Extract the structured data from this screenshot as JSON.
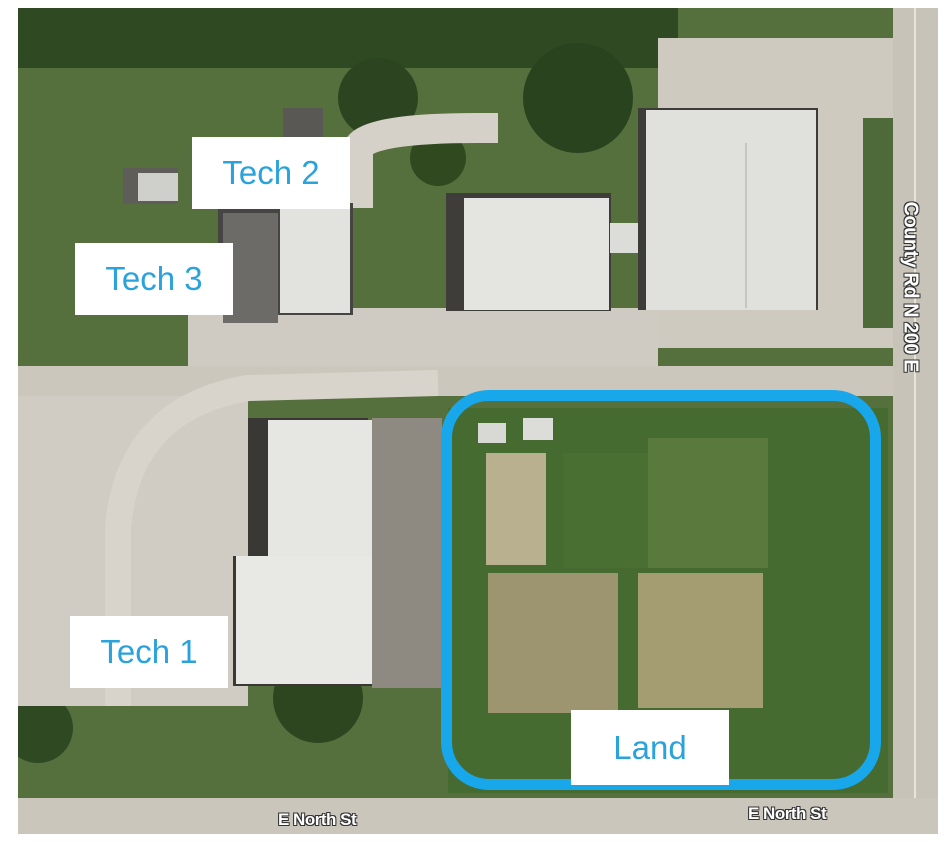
{
  "map": {
    "labels": {
      "tech1": "Tech 1",
      "tech2": "Tech 2",
      "tech3": "Tech 3",
      "land": "Land"
    },
    "roads": {
      "east_north_st": "E North St",
      "county_rd": "County Rd N 200 E"
    },
    "colors": {
      "callout_text": "#2aa3dc",
      "land_outline": "#18a7ea",
      "grass": "#4f6b3a",
      "roof": "#e6e6e3",
      "pavement": "#c9c6bf"
    }
  }
}
